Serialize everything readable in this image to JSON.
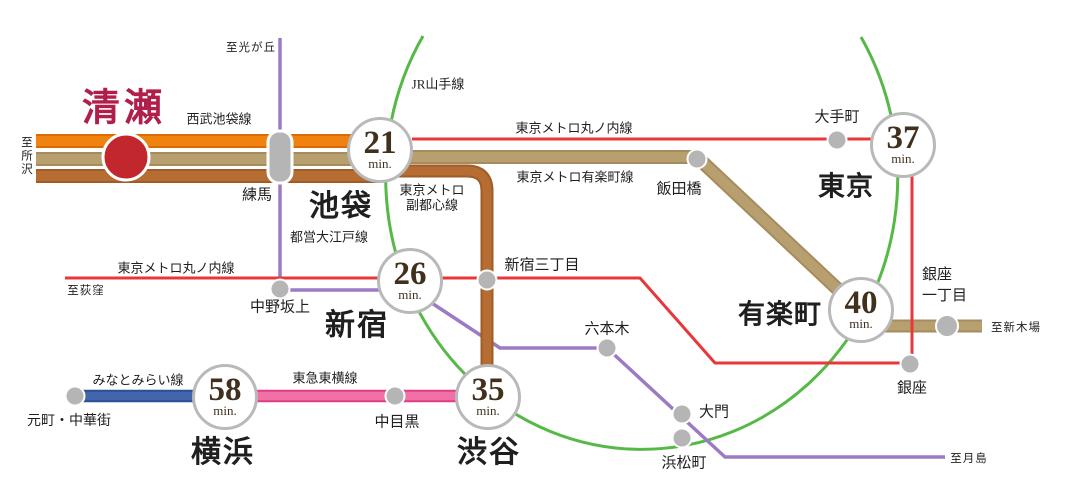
{
  "home": {
    "name": "清瀬"
  },
  "badges": {
    "ikebukuro": {
      "station": "池袋",
      "minutes": "21",
      "unit": "min."
    },
    "shinjuku": {
      "station": "新宿",
      "minutes": "26",
      "unit": "min."
    },
    "shibuya": {
      "station": "渋谷",
      "minutes": "35",
      "unit": "min."
    },
    "tokyo": {
      "station": "東京",
      "minutes": "37",
      "unit": "min."
    },
    "yurakucho": {
      "station": "有楽町",
      "minutes": "40",
      "unit": "min."
    },
    "yokohama": {
      "station": "横浜",
      "minutes": "58",
      "unit": "min."
    }
  },
  "lines": {
    "seibu_ikebukuro": "西武池袋線",
    "jr_yamanote": "JR山手線",
    "metro_marunouchi": "東京メトロ丸ノ内線",
    "metro_yurakucho": "東京メトロ有楽町線",
    "metro_fukutoshin_l1": "東京メトロ",
    "metro_fukutoshin_l2": "副都心線",
    "toei_oedo": "都営大江戸線",
    "minatomirai": "みなとみらい線",
    "tokyu_toyoko": "東急東横線"
  },
  "stations": {
    "nerima": "練馬",
    "nakano_sakaue": "中野坂上",
    "shinjuku_sanchome": "新宿三丁目",
    "iidabashi": "飯田橋",
    "otemachi": "大手町",
    "ginza": "銀座",
    "ginza_itchome_l1": "銀座",
    "ginza_itchome_l2": "一丁目",
    "roppongi": "六本木",
    "daimon": "大門",
    "hamamatsucho": "浜松町",
    "motomachi_chukagai": "元町・中華街",
    "nakameguro": "中目黒"
  },
  "directions": {
    "tokorozawa": "至所沢",
    "hikarigaoka": "至光が丘",
    "ogikubo": "至荻窪",
    "shin_kiba": "至新木場",
    "tsukishima": "至月島"
  },
  "colors": {
    "marunouchi_red": "#e8373a",
    "yamanote_green": "#56b947",
    "oedo_purple": "#9c7bc4",
    "seibu_orange": "#f0830f",
    "seibu_orange_edge": "#dd6b05",
    "yurakucho_gold": "#b89f70",
    "yurakucho_gold_edge": "#a68c5c",
    "fukutoshin_brown": "#b56d33",
    "fukutoshin_brown_edge": "#9f5c26",
    "minatomirai_blue": "#4365ac",
    "minatomirai_blue_edge": "#2e4e92",
    "toyoko_pink": "#f170a6",
    "toyoko_pink_edge": "#e03d86",
    "station_grey": "#b5b5b5",
    "badge_border": "#b9b9b9",
    "time_text": "#40301c",
    "kiyose_circle_red": "#c1272d",
    "kiyose_text_red": "#b01e4a"
  }
}
